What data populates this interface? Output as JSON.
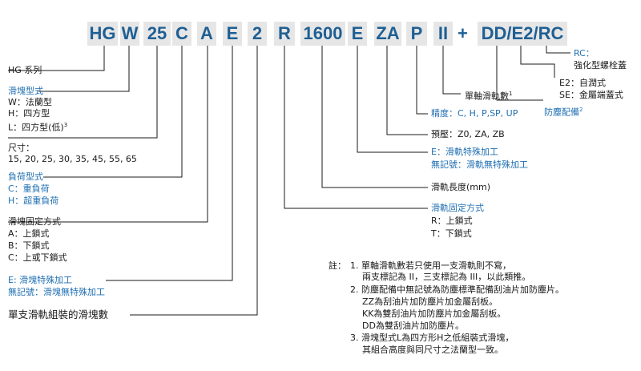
{
  "code": {
    "boxes": [
      "HG",
      "W",
      "25",
      "C",
      "A",
      "E",
      "2",
      "R",
      "1600",
      "E",
      "ZA",
      "P",
      "II",
      "DD/E2/RC"
    ],
    "plus": "+"
  },
  "left": {
    "series": "HG 系列",
    "block_type": {
      "title": "滑塊型式",
      "w": "W：法蘭型",
      "h": "H：四方型",
      "l": "L：四方型(低)",
      "l_sup": "3"
    },
    "size": {
      "title": "尺寸：",
      "values": "15, 20, 25, 30, 35, 45, 55, 65"
    },
    "load": {
      "title": "負荷型式",
      "c": "C：重負荷",
      "h": "H：超重負荷"
    },
    "fix": {
      "title": "滑塊固定方式",
      "a": "A：上鎖式",
      "b": "B：下鎖式",
      "c": "C：上或下鎖式"
    },
    "block_special": {
      "e": "E: 滑塊特殊加工",
      "none": "無記號：滑塊無特殊加工"
    },
    "count": "單支滑軌組裝的滑塊數"
  },
  "right": {
    "rc": {
      "code": "RC：",
      "desc": "強化型螺栓蓋"
    },
    "e2": "E2：自潤式",
    "se": "SE：金屬端蓋式",
    "dust": "防塵配備",
    "dust_sup": "2",
    "rails": "單軸滑軌數",
    "rails_sup": "1",
    "precision": "精度：C, H, P,SP, UP",
    "preload": "預壓：Z0, ZA, ZB",
    "rail_special": {
      "e": "E：滑軌特殊加工",
      "none": "無記號：滑軌無特殊加工"
    },
    "length": "滑軌長度(mm)",
    "rail_fix": {
      "title": "滑軌固定方式",
      "r": "R：上鎖式",
      "t": "T：下鎖式"
    }
  },
  "notes": {
    "prefix": "註：",
    "n1a": "1. 單軸滑軌數若只使用一支滑軌則不寫，",
    "n1b": "兩支標記為 II，三支標記為 III，以此類推。",
    "n2a": "2. 防塵配備中無記號為防塵標準配備刮油片加防塵片。",
    "n2b": "ZZ為刮油片加防塵片加金屬刮板。",
    "n2c": "KK為雙刮油片加防塵片加金屬刮板。",
    "n2d": "DD為雙刮油片加防塵片。",
    "n3a": "3. 滑塊型式L為四方形H之低組裝式滑塊，",
    "n3b": "其組合高度與同尺寸之法蘭型一致。"
  },
  "colors": {
    "code_text": "#1f5f93",
    "box_bg": "#e6e6e6",
    "blue_label": "#1f6fb2"
  }
}
